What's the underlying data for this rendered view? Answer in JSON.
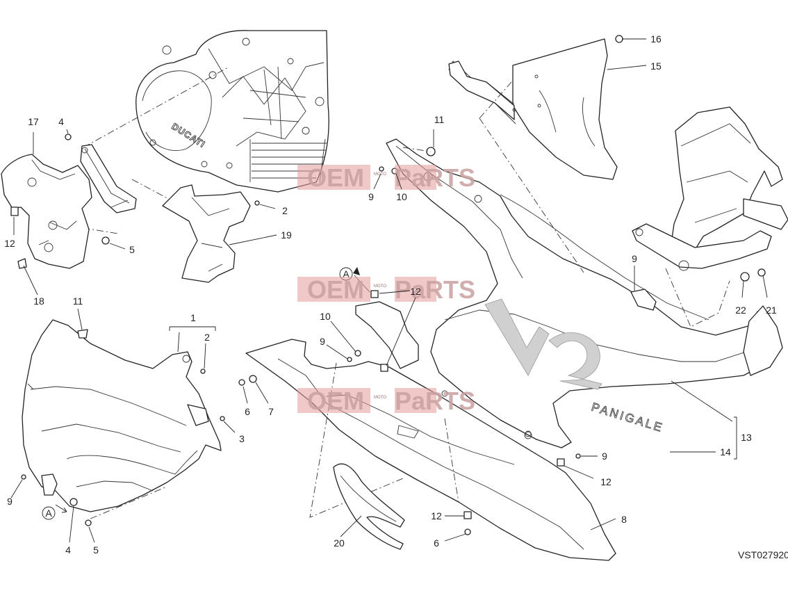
{
  "drawing_code": "VST027920",
  "engine_brand": "DUCATI",
  "decal_model": "PANIGALE",
  "decal_badge": "V2",
  "section_ref": "A",
  "watermark": {
    "left": "OEM",
    "middle": "MOTO",
    "right": "PaRTS"
  },
  "callouts": {
    "n1": "1",
    "n2a": "2",
    "n2b": "2",
    "n3": "3",
    "n4a": "4",
    "n4b": "4",
    "n5a": "5",
    "n5b": "5",
    "n6a": "6",
    "n6b": "6",
    "n7": "7",
    "n8": "8",
    "n9a": "9",
    "n9b": "9",
    "n9c": "9",
    "n9d": "9",
    "n9e": "9",
    "n10a": "10",
    "n10b": "10",
    "n11a": "11",
    "n11b": "11",
    "n12a": "12",
    "n12b": "12",
    "n12c": "12",
    "n12d": "12",
    "n13": "13",
    "n14": "14",
    "n15": "15",
    "n16": "16",
    "n17": "17",
    "n18": "18",
    "n19": "19",
    "n20": "20",
    "n21": "21",
    "n22": "22"
  }
}
